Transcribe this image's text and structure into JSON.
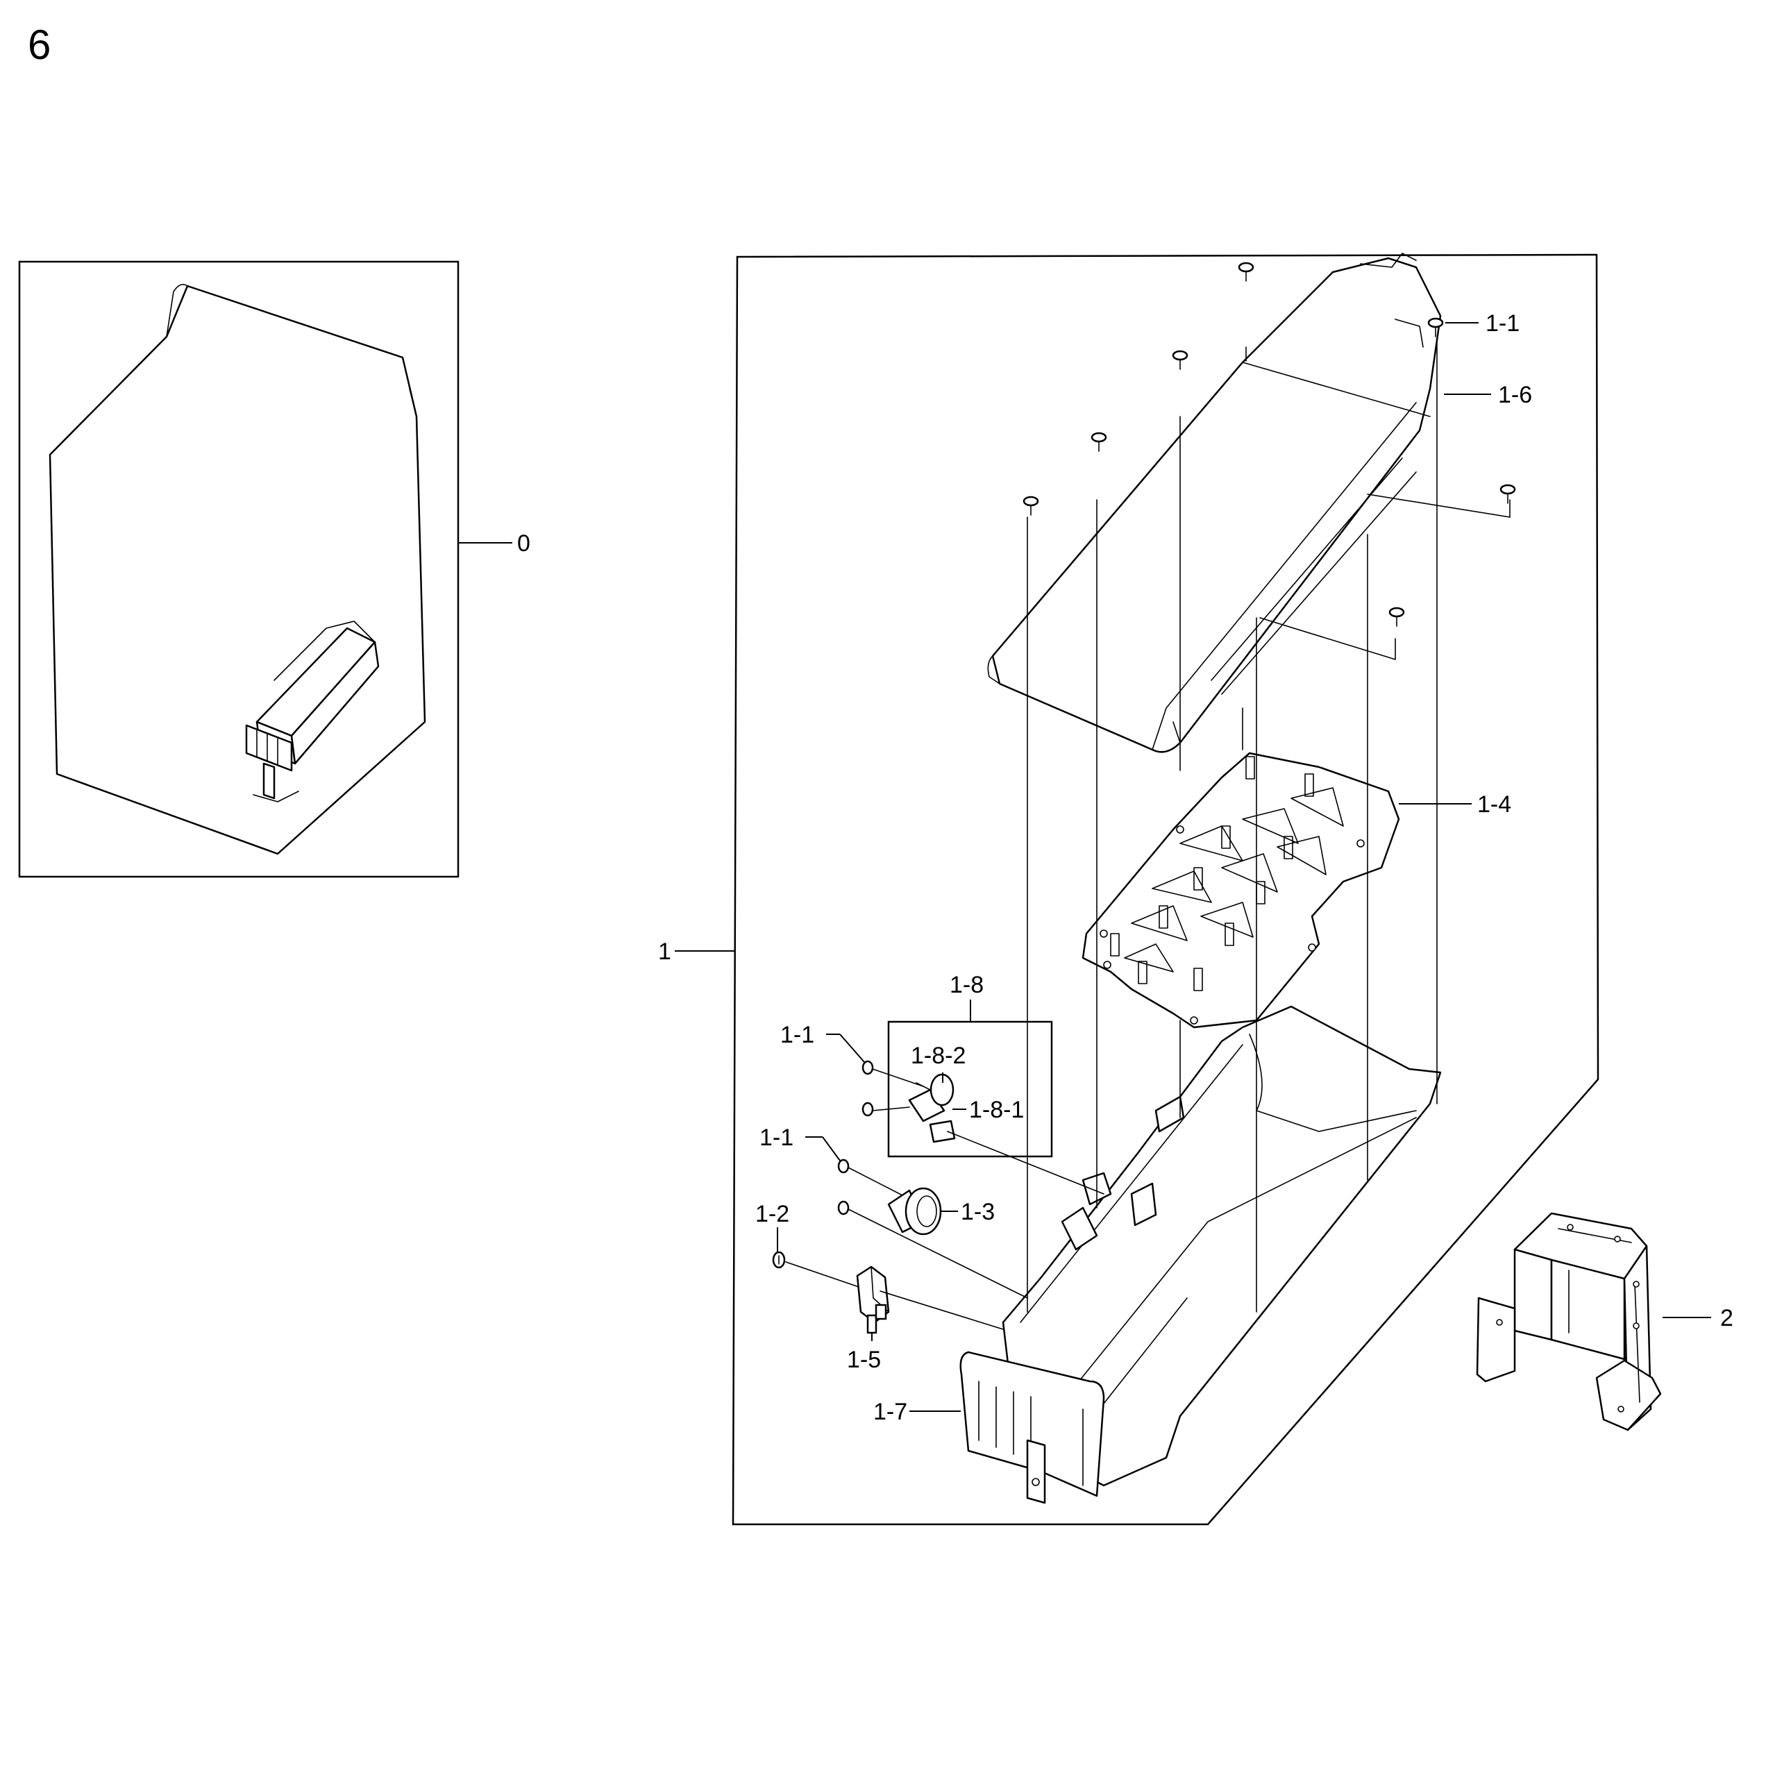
{
  "page_number": "6",
  "labels": {
    "assembly_0": "0",
    "assembly_1": "1",
    "part_1_1_top": "1-1",
    "part_1_6": "1-6",
    "part_1_4": "1-4",
    "part_1_8": "1-8",
    "part_1_1_mid": "1-1",
    "part_1_8_2": "1-8-2",
    "part_1_8_1": "1-8-1",
    "part_1_1_low": "1-1",
    "part_1_3": "1-3",
    "part_1_2": "1-2",
    "part_1_5": "1-5",
    "part_1_7": "1-7",
    "part_2": "2"
  }
}
